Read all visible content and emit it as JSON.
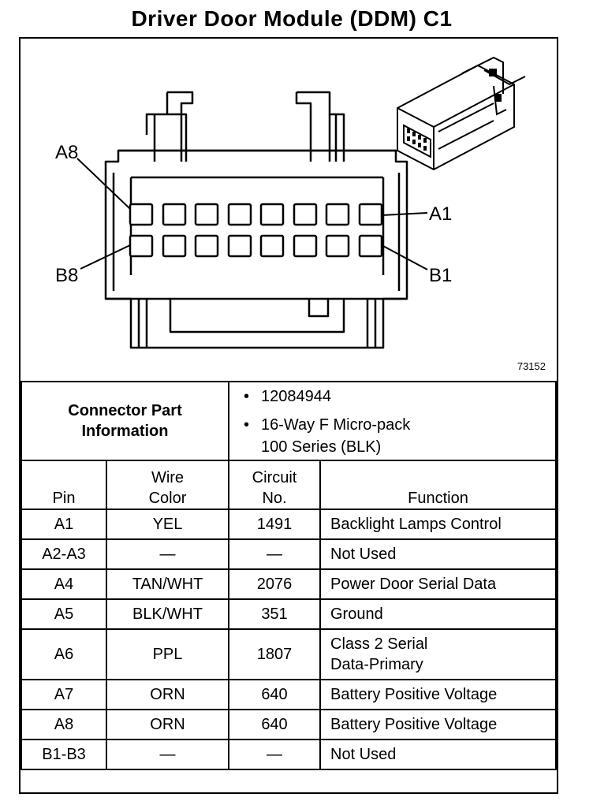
{
  "title": "Driver Door Module (DDM) C1",
  "figure": {
    "code": "73152",
    "labels": {
      "a8": "A8",
      "a1": "A1",
      "b8": "B8",
      "b1": "B1"
    }
  },
  "connector_info": {
    "label_line1": "Connector Part",
    "label_line2": "Information",
    "items": [
      "12084944",
      "16-Way F Micro-pack",
      "100 Series (BLK)"
    ]
  },
  "table": {
    "headers": {
      "pin": "Pin",
      "wire_color_1": "Wire",
      "wire_color_2": "Color",
      "circuit_1": "Circuit",
      "circuit_2": "No.",
      "function": "Function"
    },
    "rows": [
      {
        "pin": "A1",
        "color": "YEL",
        "circuit": "1491",
        "function": "Backlight Lamps Control"
      },
      {
        "pin": "A2-A3",
        "color": "—",
        "circuit": "—",
        "function": "Not Used"
      },
      {
        "pin": "A4",
        "color": "TAN/WHT",
        "circuit": "2076",
        "function": "Power Door Serial Data"
      },
      {
        "pin": "A5",
        "color": "BLK/WHT",
        "circuit": "351",
        "function": "Ground"
      },
      {
        "pin": "A6",
        "color": "PPL",
        "circuit": "1807",
        "function": "Class 2 Serial",
        "function2": "Data-Primary"
      },
      {
        "pin": "A7",
        "color": "ORN",
        "circuit": "640",
        "function": "Battery Positive Voltage"
      },
      {
        "pin": "A8",
        "color": "ORN",
        "circuit": "640",
        "function": "Battery Positive Voltage"
      },
      {
        "pin": "B1-B3",
        "color": "—",
        "circuit": "—",
        "function": "Not Used"
      }
    ]
  }
}
